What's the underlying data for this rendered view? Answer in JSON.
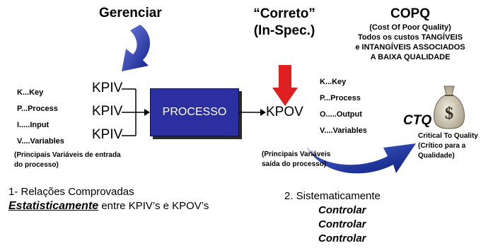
{
  "header": {
    "gerenciar": "Gerenciar",
    "correto_line1": "“Correto”",
    "correto_line2": "(In-Spec.)"
  },
  "copq": {
    "title": "COPQ",
    "line1": "(Cost Of Poor Quality)",
    "line2": "Todos os custos TANGÍVEIS",
    "line3": "e INTANGÍVEIS ASSOCIADOS",
    "line4": "A BAIXA QUALIDADE"
  },
  "input_legend": {
    "items": [
      "K...Key",
      "P...Process",
      "I.....Input",
      "V....Variables"
    ],
    "note_line1": "(Principais Variáveis de entrada",
    "note_line2": "do processo)"
  },
  "kpiv_labels": [
    "KPIV",
    "KPIV",
    "KPIV"
  ],
  "process": {
    "label": "PROCESSO"
  },
  "kpov": {
    "label": "KPOV"
  },
  "output_legend": {
    "items": [
      "K...Key",
      "P...Process",
      "O.....Output",
      "V....Variables"
    ],
    "note_line1": "(Principais Variáveis",
    "note_line2": "saída do processo)"
  },
  "ctq": {
    "title": "CTQ",
    "line1": "Critical To Quality",
    "line2": "(Crítico para a",
    "line3": "Qualidade)",
    "money_symbol": "$"
  },
  "bottom_left": {
    "line1": "1- Relações Comprovadas",
    "emph": "Estatisticamente",
    "rest": " entre KPIV’s e KPOV’s"
  },
  "bottom_right": {
    "heading": "2.  Sistematicamente",
    "items": [
      "Controlar",
      "Controlar",
      "Controlar"
    ]
  },
  "colors": {
    "process_fill": "#2b2fa0",
    "blue_arrow": "#1f3bb0",
    "red_arrow": "#e02020"
  }
}
